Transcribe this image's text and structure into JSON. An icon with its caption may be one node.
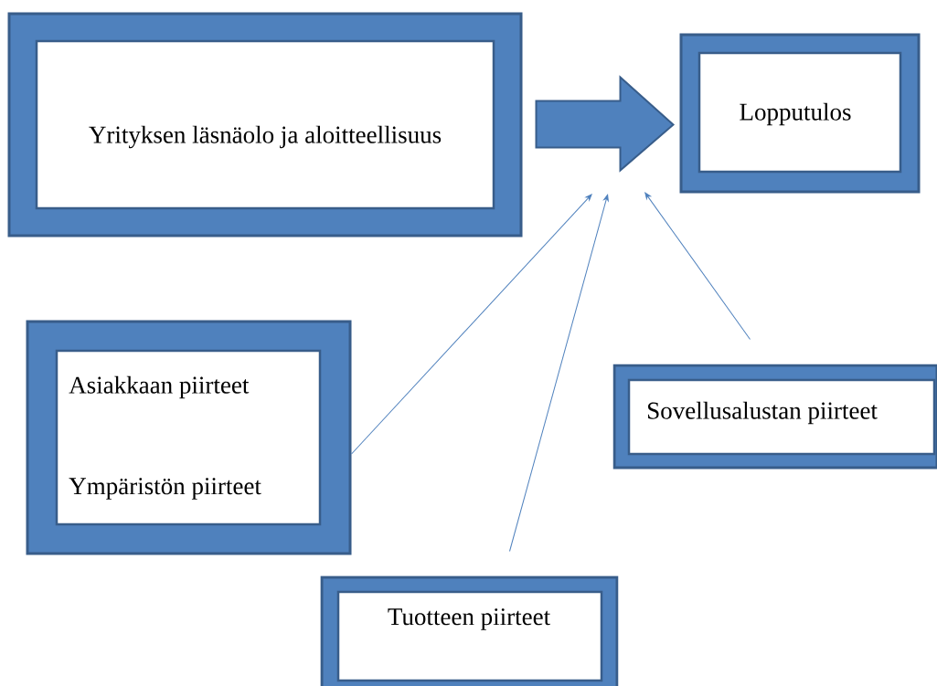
{
  "diagram": {
    "nodes": [
      {
        "text": [
          "Yrityksen läsnäolo ja aloitteellisuus"
        ]
      },
      {
        "text": [
          "Lopputulos"
        ]
      },
      {
        "text": [
          "Asiakkaan piirteet",
          "Ympäristön piirteet"
        ]
      },
      {
        "text": [
          "Sovellusalustan piirteet"
        ]
      },
      {
        "text": [
          "Tuotteen piirteet"
        ]
      }
    ],
    "edges": [
      {
        "from": 0,
        "to": 1,
        "arrow": "to",
        "style": "thick"
      },
      {
        "from": 2,
        "to": null,
        "arrow": "to"
      },
      {
        "from": 4,
        "to": null,
        "arrow": "to"
      },
      {
        "from": 3,
        "to": null,
        "arrow": "to"
      }
    ]
  }
}
